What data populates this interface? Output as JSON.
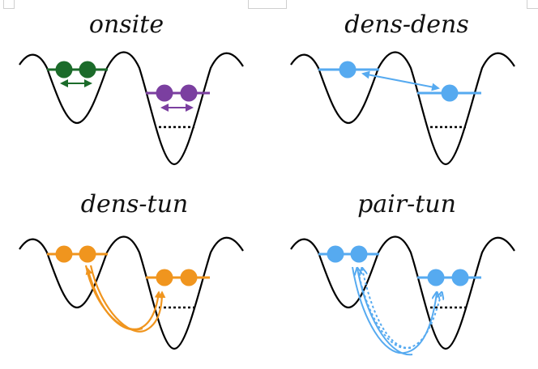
{
  "panels": [
    {
      "title": "onsite"
    },
    {
      "title": "dens-dens"
    },
    {
      "title": "dens-tun"
    },
    {
      "title": "pair-tun"
    }
  ],
  "colors": {
    "potential": "#000000",
    "green": "#1b6b2a",
    "purple": "#7b3fa0",
    "blue": "#56aaf0",
    "orange": "#f0951e",
    "dotted_level": "#000000"
  },
  "icons": {
    "particle": "filled-circle",
    "interaction": "double-arrow",
    "hopping": "curved-arrow"
  }
}
